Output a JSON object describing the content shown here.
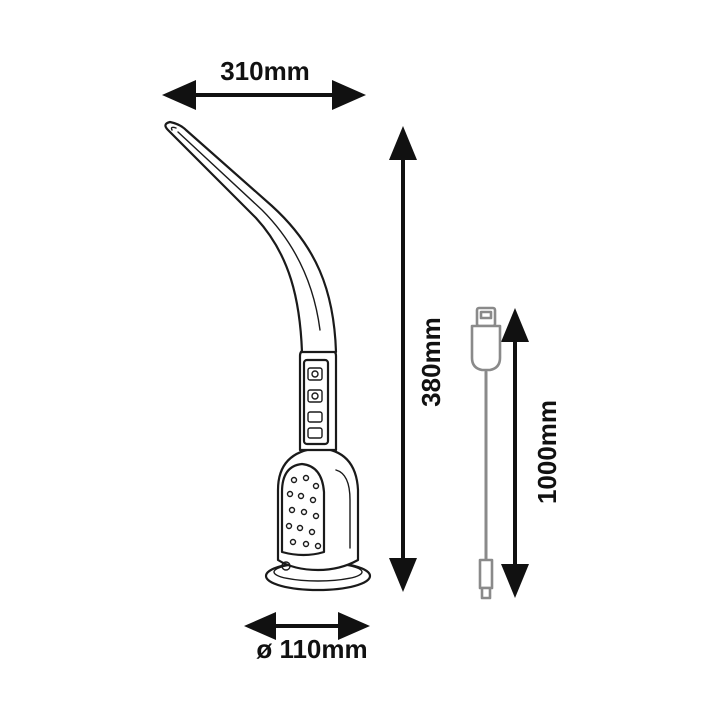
{
  "dimensions": {
    "width": "310mm",
    "height": "380mm",
    "cable_length": "1000mm",
    "base_diameter": "ø 110mm"
  },
  "colors": {
    "line": "#1a1a1a",
    "cable": "#8a8a8a",
    "arrow": "#111111"
  }
}
